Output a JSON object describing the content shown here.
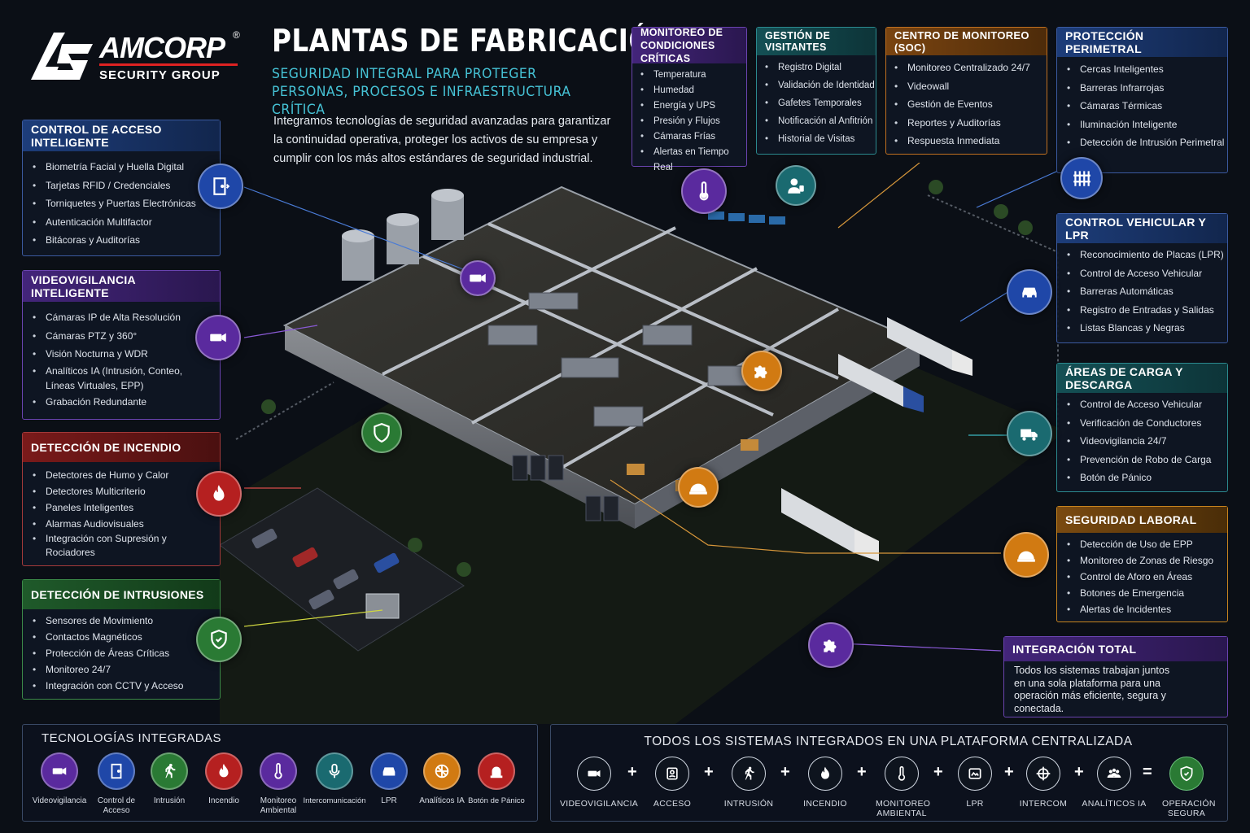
{
  "brand": {
    "name": "AMCORP",
    "registered": "®",
    "tagline": "SECURITY GROUP"
  },
  "header": {
    "title": "PLANTAS DE FABRICACIÓN",
    "subtitle": "SEGURIDAD INTEGRAL PARA PROTEGER PERSONAS, PROCESOS E INFRAESTRUCTURA CRÍTICA",
    "intro": "Integramos tecnologías de seguridad avanzadas para garantizar la continuidad operativa, proteger los activos de su empresa y cumplir con los más altos estándares de seguridad industrial."
  },
  "panels": {
    "access": {
      "title": "CONTROL DE ACCESO INTELIGENTE",
      "items": [
        "Biometría Facial y Huella Digital",
        "Tarjetas RFID / Credenciales",
        "Torniquetes y Puertas Electrónicas",
        "Autenticación Multifactor",
        "Bitácoras y Auditorías"
      ]
    },
    "video": {
      "title": "VIDEOVIGILANCIA INTELIGENTE",
      "items": [
        "Cámaras IP de Alta Resolución",
        "Cámaras PTZ y 360°",
        "Visión Nocturna y WDR",
        "Analíticos IA (Intrusión, Conteo, Líneas Virtuales, EPP)",
        "Grabación Redundante"
      ]
    },
    "fire": {
      "title": "DETECCIÓN DE INCENDIO",
      "items": [
        "Detectores de Humo y Calor",
        "Detectores Multicriterio",
        "Paneles Inteligentes",
        "Alarmas Audiovisuales",
        "Integración con Supresión y Rociadores"
      ]
    },
    "intrusion": {
      "title": "DETECCIÓN DE INTRUSIONES",
      "items": [
        "Sensores de Movimiento",
        "Contactos Magnéticos",
        "Protección de Áreas Críticas",
        "Monitoreo 24/7",
        "Integración con CCTV y Acceso"
      ]
    },
    "conditions": {
      "title_line1": "MONITOREO DE",
      "title_line2": "CONDICIONES CRÍTICAS",
      "items": [
        "Temperatura",
        "Humedad",
        "Energía y UPS",
        "Presión y Flujos",
        "Cámaras Frías",
        "Alertas en Tiempo Real"
      ]
    },
    "visitors": {
      "title": "GESTIÓN DE VISITANTES",
      "items": [
        "Registro Digital",
        "Validación de Identidad",
        "Gafetes Temporales",
        "Notificación al Anfitrión",
        "Historial de Visitas"
      ]
    },
    "soc": {
      "title": "CENTRO DE MONITOREO (SOC)",
      "items": [
        "Monitoreo Centralizado 24/7",
        "Videowall",
        "Gestión de Eventos",
        "Reportes y Auditorías",
        "Respuesta Inmediata"
      ]
    },
    "perimeter": {
      "title": "PROTECCIÓN PERIMETRAL",
      "items": [
        "Cercas Inteligentes",
        "Barreras Infrarrojas",
        "Cámaras Térmicas",
        "Iluminación Inteligente",
        "Detección de Intrusión Perimetral"
      ]
    },
    "vehicle": {
      "title": "CONTROL VEHICULAR Y LPR",
      "items": [
        "Reconocimiento de Placas (LPR)",
        "Control de Acceso Vehicular",
        "Barreras Automáticas",
        "Registro de Entradas y Salidas",
        "Listas Blancas y Negras"
      ]
    },
    "loading": {
      "title": "ÁREAS DE CARGA Y DESCARGA",
      "items": [
        "Control de Acceso Vehicular",
        "Verificación de Conductores",
        "Videovigilancia 24/7",
        "Prevención de Robo de Carga",
        "Botón de Pánico"
      ]
    },
    "safety": {
      "title": "SEGURIDAD LABORAL",
      "items": [
        "Detección de Uso de EPP",
        "Monitoreo de Zonas de Riesgo",
        "Control de Aforo en Áreas",
        "Botones de Emergencia",
        "Alertas de Incidentes"
      ]
    },
    "integration": {
      "title": "INTEGRACIÓN TOTAL",
      "text": "Todos los sistemas trabajan juntos en una sola plataforma para una operación más eficiente, segura y conectada."
    }
  },
  "technologies": {
    "title": "TECNOLOGÍAS INTEGRADAS",
    "items": [
      {
        "label": "Videovigilancia",
        "icon": "camera-icon",
        "color": "#5a2a9e"
      },
      {
        "label": "Control de Acceso",
        "icon": "door-icon",
        "color": "#1f47a8"
      },
      {
        "label": "Intrusión",
        "icon": "runner-icon",
        "color": "#2a7a34"
      },
      {
        "label": "Incendio",
        "icon": "flame-icon",
        "color": "#b52020"
      },
      {
        "label": "Monitoreo Ambiental",
        "icon": "thermometer-icon",
        "color": "#5a2a9e"
      },
      {
        "label": "Intercomunicación",
        "icon": "microphone-icon",
        "color": "#1a6a70"
      },
      {
        "label": "LPR",
        "icon": "car-icon",
        "color": "#1f47a8"
      },
      {
        "label": "Analíticos IA",
        "icon": "brain-icon",
        "color": "#d17a12"
      },
      {
        "label": "Botón de Pánico",
        "icon": "alarm-icon",
        "color": "#b52020"
      }
    ]
  },
  "platform": {
    "title": "TODOS LOS SISTEMAS INTEGRADOS EN UNA PLATAFORMA CENTRALIZADA",
    "items": [
      {
        "label": "VIDEOVIGILANCIA",
        "icon": "camera-icon"
      },
      {
        "label": "ACCESO",
        "icon": "badge-icon"
      },
      {
        "label": "INTRUSIÓN",
        "icon": "runner-icon"
      },
      {
        "label": "INCENDIO",
        "icon": "flame-icon"
      },
      {
        "label": "MONITOREO AMBIENTAL",
        "icon": "thermometer-icon"
      },
      {
        "label": "LPR",
        "icon": "plate-icon"
      },
      {
        "label": "INTERCOM",
        "icon": "crosshair-icon"
      },
      {
        "label": "ANALÍTICOS IA",
        "icon": "people-icon"
      }
    ],
    "plus": "+",
    "equals": "=",
    "result": {
      "label": "OPERACIÓN SEGURA",
      "icon": "shield-icon"
    }
  }
}
